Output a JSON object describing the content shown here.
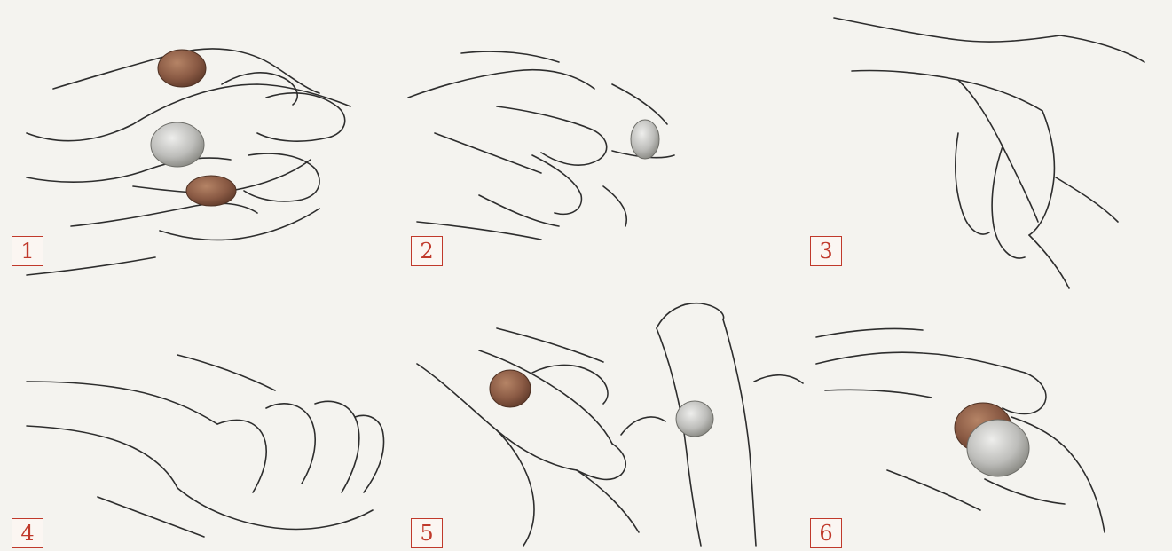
{
  "panels": [
    {
      "number": "1"
    },
    {
      "number": "2"
    },
    {
      "number": "3"
    },
    {
      "number": "4"
    },
    {
      "number": "5"
    },
    {
      "number": "6"
    }
  ],
  "colors": {
    "background": "#f4f3ef",
    "accent": "#c0392b",
    "ink": "#2d2d2d",
    "coin_copper": "#8a5a44",
    "coin_silver": "#b9b9b6"
  }
}
